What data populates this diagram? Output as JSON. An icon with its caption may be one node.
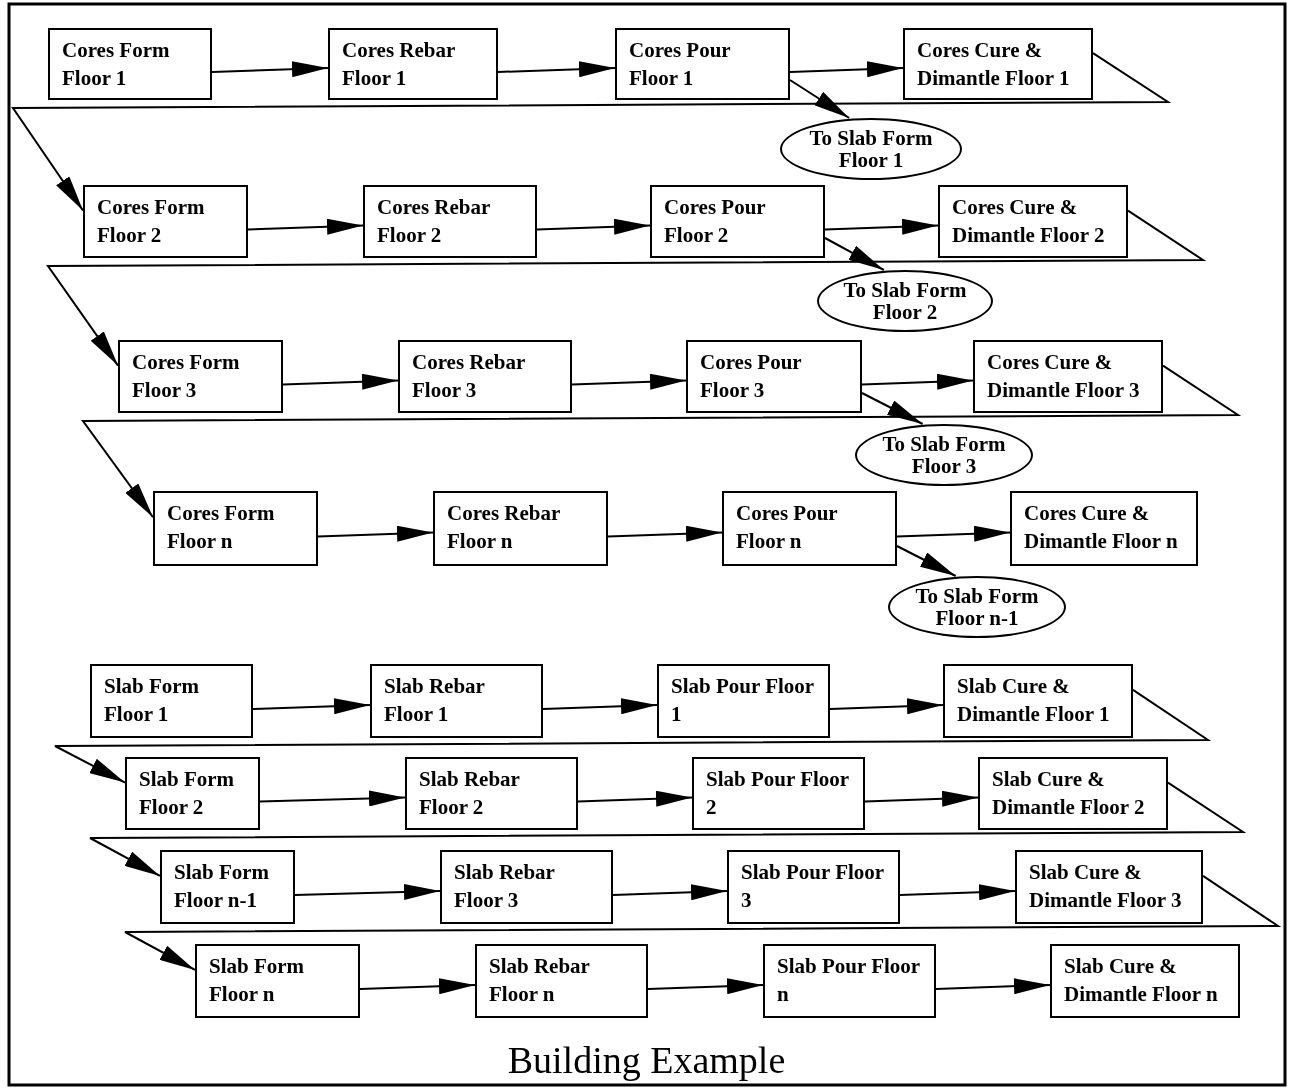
{
  "diagram": {
    "caption": "Building Example",
    "nodes": [
      {
        "text": [
          "Cores Form Floor 1"
        ]
      },
      {
        "text": [
          "Cores Rebar Floor 1"
        ]
      },
      {
        "text": [
          "Cores Pour Floor 1"
        ]
      },
      {
        "text": [
          "Cores Cure & Dimantle Floor 1"
        ]
      },
      {
        "text": [
          "To Slab Form Floor 1"
        ]
      },
      {
        "text": [
          "Cores Form Floor 2"
        ]
      },
      {
        "text": [
          "Cores Rebar Floor 2"
        ]
      },
      {
        "text": [
          "Cores Pour Floor 2"
        ]
      },
      {
        "text": [
          "Cores Cure & Dimantle Floor 2"
        ]
      },
      {
        "text": [
          "To Slab Form Floor 2"
        ]
      },
      {
        "text": [
          "Cores Form Floor 3"
        ]
      },
      {
        "text": [
          "Cores Rebar Floor 3"
        ]
      },
      {
        "text": [
          "Cores Pour Floor 3"
        ]
      },
      {
        "text": [
          "Cores Cure & Dimantle Floor 3"
        ]
      },
      {
        "text": [
          "To Slab Form Floor 3"
        ]
      },
      {
        "text": [
          "Cores Form Floor n"
        ]
      },
      {
        "text": [
          "Cores Rebar Floor n"
        ]
      },
      {
        "text": [
          "Cores Pour Floor n"
        ]
      },
      {
        "text": [
          "Cores Cure & Dimantle Floor n"
        ]
      },
      {
        "text": [
          "To Slab Form Floor n-1"
        ]
      },
      {
        "text": [
          "Slab Form Floor 1"
        ]
      },
      {
        "text": [
          "Slab Rebar Floor 1"
        ]
      },
      {
        "text": [
          "Slab Pour Floor 1"
        ]
      },
      {
        "text": [
          "Slab Cure & Dimantle Floor 1"
        ]
      },
      {
        "text": [
          "Slab Form Floor 2"
        ]
      },
      {
        "text": [
          "Slab Rebar Floor 2"
        ]
      },
      {
        "text": [
          "Slab Pour Floor 2"
        ]
      },
      {
        "text": [
          "Slab Cure & Dimantle Floor 2"
        ]
      },
      {
        "text": [
          "Slab Form Floor n-1"
        ]
      },
      {
        "text": [
          "Slab Rebar Floor 3"
        ]
      },
      {
        "text": [
          "Slab Pour Floor 3"
        ]
      },
      {
        "text": [
          "Slab Cure & Dimantle Floor 3"
        ]
      },
      {
        "text": [
          "Slab Form Floor n"
        ]
      },
      {
        "text": [
          "Slab Rebar Floor n"
        ]
      },
      {
        "text": [
          "Slab Pour Floor n"
        ]
      },
      {
        "text": [
          "Slab Cure & Dimantle Floor n"
        ]
      }
    ],
    "edges": [
      {
        "from": 0,
        "to": 1,
        "arrow": "to"
      },
      {
        "from": 1,
        "to": 2,
        "arrow": "to"
      },
      {
        "from": 2,
        "to": 3,
        "arrow": "to"
      },
      {
        "from": 2,
        "to": 4,
        "arrow": "to"
      },
      {
        "from": 3,
        "to": 5,
        "arrow": "to"
      },
      {
        "from": 5,
        "to": 6,
        "arrow": "to"
      },
      {
        "from": 6,
        "to": 7,
        "arrow": "to"
      },
      {
        "from": 7,
        "to": 8,
        "arrow": "to"
      },
      {
        "from": 7,
        "to": 9,
        "arrow": "to"
      },
      {
        "from": 8,
        "to": 10,
        "arrow": "to"
      },
      {
        "from": 10,
        "to": 11,
        "arrow": "to"
      },
      {
        "from": 11,
        "to": 12,
        "arrow": "to"
      },
      {
        "from": 12,
        "to": 13,
        "arrow": "to"
      },
      {
        "from": 12,
        "to": 14,
        "arrow": "to"
      },
      {
        "from": 13,
        "to": 15,
        "arrow": "to"
      },
      {
        "from": 15,
        "to": 16,
        "arrow": "to"
      },
      {
        "from": 16,
        "to": 17,
        "arrow": "to"
      },
      {
        "from": 17,
        "to": 18,
        "arrow": "to"
      },
      {
        "from": 17,
        "to": 19,
        "arrow": "to"
      },
      {
        "from": 20,
        "to": 21,
        "arrow": "to"
      },
      {
        "from": 21,
        "to": 22,
        "arrow": "to"
      },
      {
        "from": 22,
        "to": 23,
        "arrow": "to"
      },
      {
        "from": 23,
        "to": 24,
        "arrow": "to"
      },
      {
        "from": 24,
        "to": 25,
        "arrow": "to"
      },
      {
        "from": 25,
        "to": 26,
        "arrow": "to"
      },
      {
        "from": 26,
        "to": 27,
        "arrow": "to"
      },
      {
        "from": 27,
        "to": 28,
        "arrow": "to"
      },
      {
        "from": 28,
        "to": 29,
        "arrow": "to"
      },
      {
        "from": 29,
        "to": 30,
        "arrow": "to"
      },
      {
        "from": 30,
        "to": 31,
        "arrow": "to"
      },
      {
        "from": 31,
        "to": 32,
        "arrow": "to"
      },
      {
        "from": 32,
        "to": 33,
        "arrow": "to"
      },
      {
        "from": 33,
        "to": 34,
        "arrow": "to"
      },
      {
        "from": 34,
        "to": 35,
        "arrow": "to"
      }
    ]
  }
}
